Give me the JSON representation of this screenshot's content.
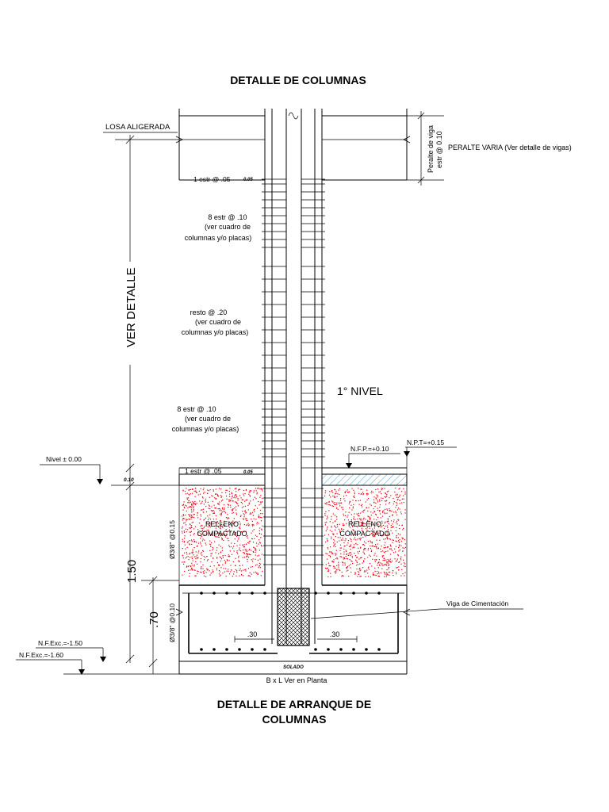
{
  "titles": {
    "top": "DETALLE DE COLUMNAS",
    "bottom_line1": "DETALLE DE ARRANQUE DE",
    "bottom_line2": "COLUMNAS"
  },
  "labels": {
    "losa": "LOSA ALIGERADA",
    "peralte_line1": "Peralte de viga",
    "peralte_line2": "estr @ 0.10",
    "peralte_varia": "PERALTE VARIA (Ver detalle de vigas)",
    "estr_top": "1 estr @ .05",
    "estr_top_dim": "0.05",
    "group1_line1": "8 estr @ .10",
    "group1_line2": "(ver cuadro de",
    "group1_line3": "columnas y/o placas)",
    "group2_line1": "resto @ .20",
    "group2_line2": "(ver cuadro de",
    "group2_line3": "columnas y/o placas)",
    "group3_line1": "8 estr @ .10",
    "group3_line2": "(ver cuadro de",
    "group3_line3": "columnas y/o placas)",
    "ver_detalle": "VER DETALLE",
    "nivel": "1° NIVEL",
    "nfp": "N.F.P.=+0.10",
    "npt": "N.P.T=+0.15",
    "nivel0": "Nivel ± 0.00",
    "estr_bottom": "1 estr @ .05",
    "estr_bottom_dim": "0.05",
    "dim_010": "0.10",
    "relleno_left_1": "RELLENO",
    "relleno_left_2": "COMPACTADO",
    "relleno_right_1": "RELLENO",
    "relleno_right_2": "COMPACTADO",
    "phi_015": "Ø3/8\" @0.15",
    "phi_010": "Ø3/8\" @0.10",
    "dim_150": "1.50",
    "dim_070": ".70",
    "dim_030_left": ".30",
    "dim_030_right": ".30",
    "viga_cim": "Viga de Cimentación",
    "nf_exc_150": "N.F.Exc.=-1.50",
    "nf_exc_160": "N.F.Exc.=-1.60",
    "solado": "SOLADO",
    "bxl": "B x L Ver en Planta"
  },
  "colors": {
    "fill_dots": "#e8000f",
    "hatch": "#5aa7d6",
    "line": "#000000"
  }
}
